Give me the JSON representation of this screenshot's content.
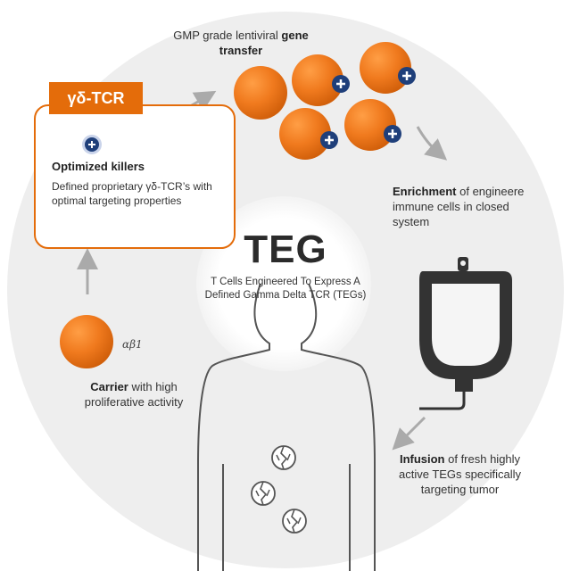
{
  "transfer": {
    "normal": "GMP grade lentiviral ",
    "bold": "gene transfer"
  },
  "enrichment": {
    "bold": "Enrichment",
    "rest": " of engineere immune cells in closed system"
  },
  "infusion": {
    "bold": "Infusion",
    "rest": " of fresh highly active TEGs specifically targeting tumor"
  },
  "carrier": {
    "bold": "Carrier",
    "rest": " with high proliferative activity",
    "receptor_label": "αβ1"
  },
  "tcr_box": {
    "caption": "γδ-TCR",
    "title": "Optimized killers",
    "description": "Defined proprietary γδ-TCR’s with optimal targeting properties"
  },
  "center": {
    "title": "TEG",
    "subtitle_line1": "T Cells Engineered To Express A",
    "subtitle_line2": "Defined Gamma Delta TCR (TEGs)"
  },
  "icons": [
    "plus-icon",
    "arrow-icon",
    "iv-bag-icon",
    "tumor-cell-icon",
    "body-silhouette-icon"
  ],
  "colors": {
    "cell_orange": "#e46c0a",
    "plus_blue": "#1f3f7a",
    "background_circle": "#eeeeee",
    "arrow_grey": "#aaaaaa"
  }
}
